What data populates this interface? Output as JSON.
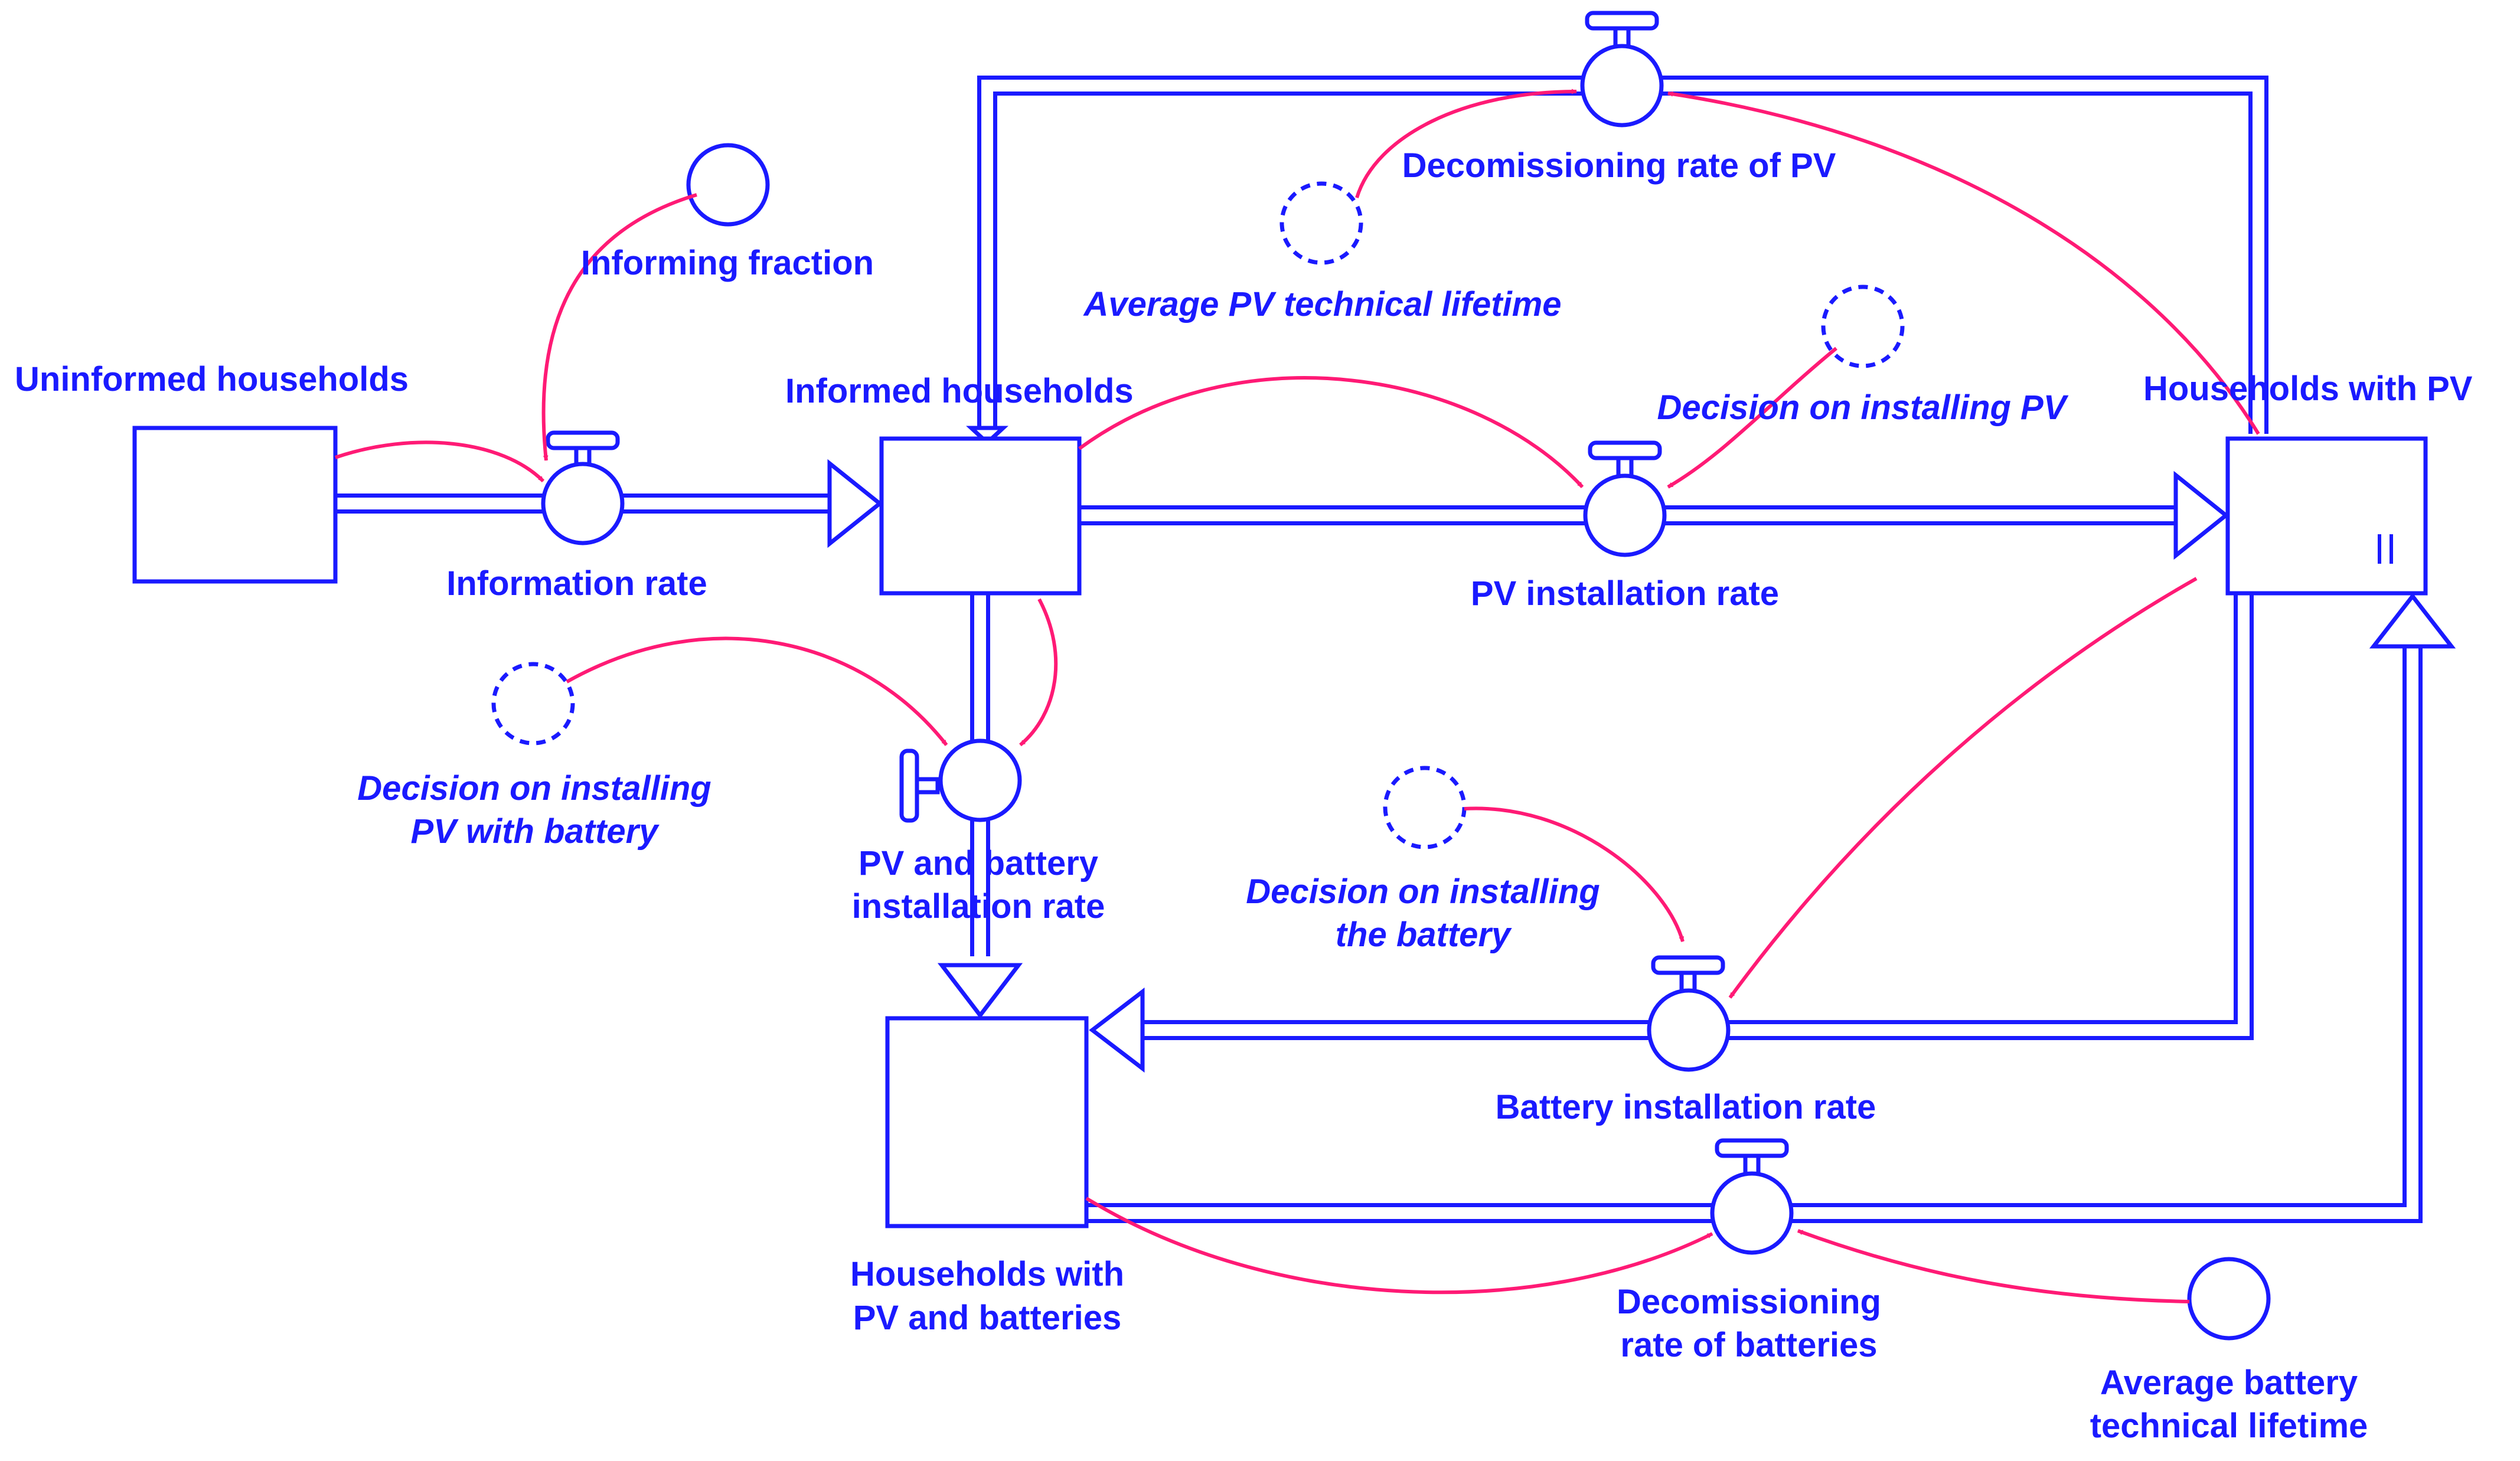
{
  "stocks": {
    "uninformed": "Uninformed households",
    "informed": "Informed households",
    "with_pv": "Households with PV",
    "with_pv_batteries_line1": "Households with",
    "with_pv_batteries_line2": "PV and batteries"
  },
  "flows": {
    "information_rate": "Information rate",
    "pv_installation_rate": "PV installation rate",
    "pv_battery_rate_line1": "PV and battery",
    "pv_battery_rate_line2": "installation rate",
    "battery_installation_rate": "Battery installation rate",
    "decom_pv": "Decomissioning rate of PV",
    "decom_batteries_line1": "Decomissioning",
    "decom_batteries_line2": "rate of batteries"
  },
  "auxiliaries": {
    "informing_fraction": "Informing fraction",
    "avg_pv_lifetime": "Average PV technical lifetime",
    "decision_pv": "Decision on installing PV",
    "decision_pv_battery_line1": "Decision on installing",
    "decision_pv_battery_line2": "PV with battery",
    "decision_battery_line1": "Decision on installing",
    "decision_battery_line2": "the battery",
    "avg_battery_lifetime_line1": "Average battery",
    "avg_battery_lifetime_line2": "technical lifetime"
  },
  "colors": {
    "structure": "#1a1aff",
    "causal_links": "#ff1a75"
  }
}
